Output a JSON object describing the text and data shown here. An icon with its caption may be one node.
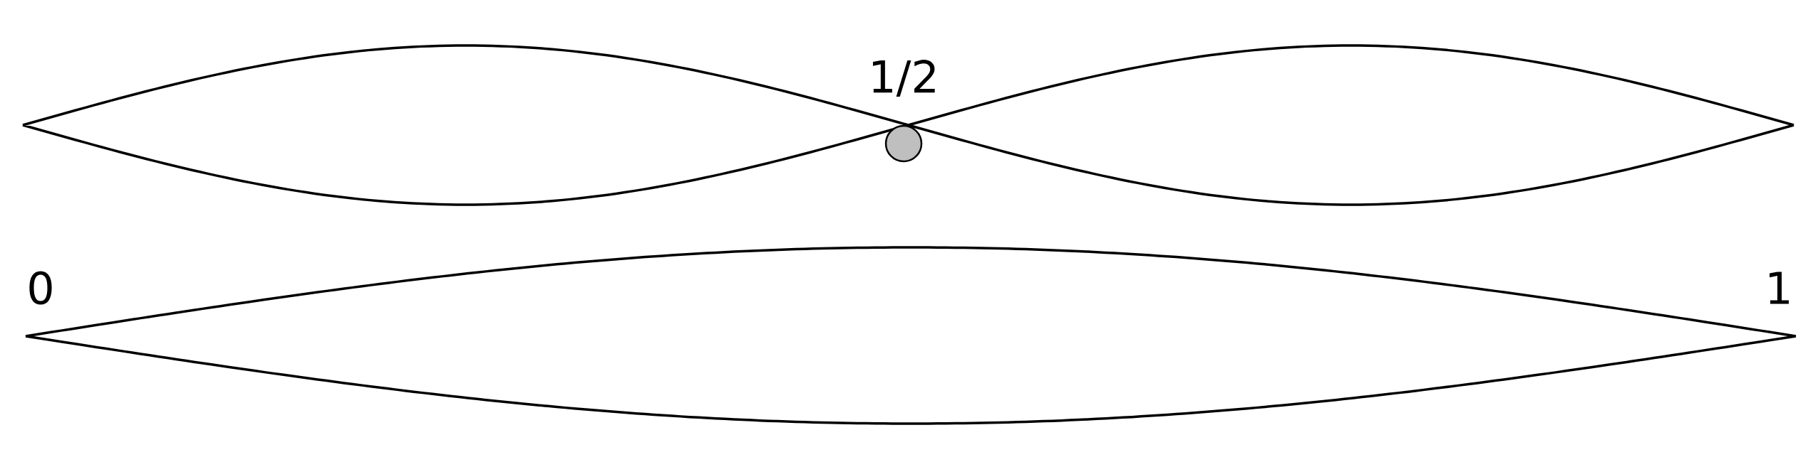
{
  "diagram": {
    "labels": [
      "1/2",
      "0",
      "1"
    ]
  }
}
